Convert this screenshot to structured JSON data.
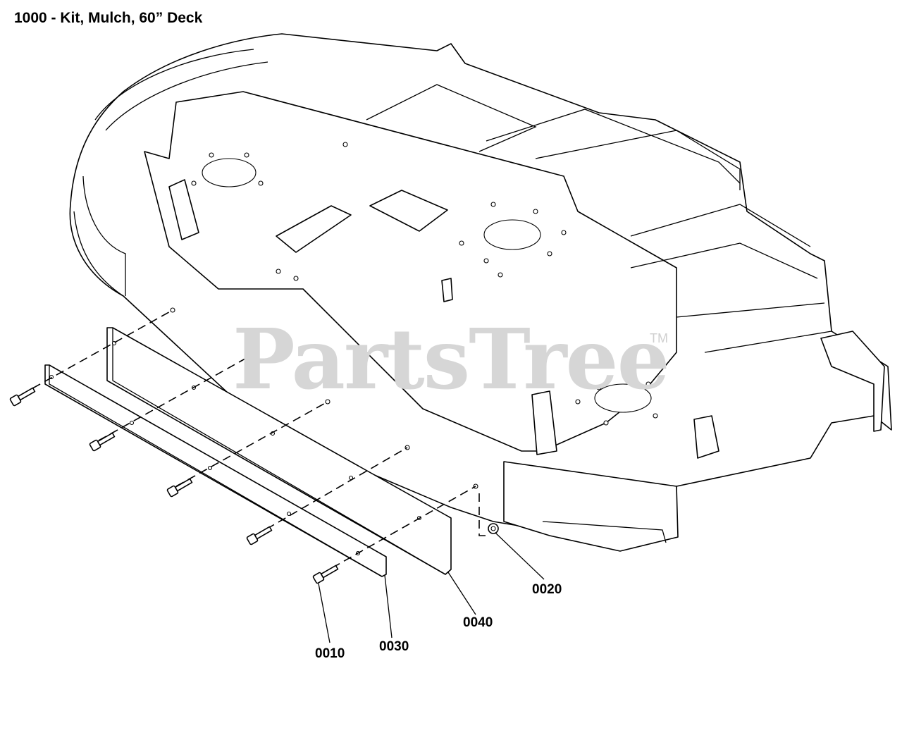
{
  "title": "1000 - Kit, Mulch, 60” Deck",
  "watermark": {
    "text": "PartsTree",
    "trademark": "TM"
  },
  "callouts": [
    {
      "id": "0010",
      "label": "0010"
    },
    {
      "id": "0020",
      "label": "0020"
    },
    {
      "id": "0030",
      "label": "0030"
    },
    {
      "id": "0040",
      "label": "0040"
    }
  ]
}
